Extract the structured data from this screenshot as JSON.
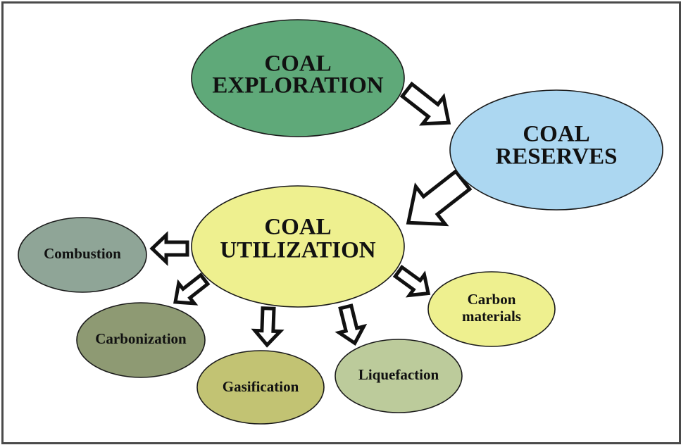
{
  "diagram": {
    "title": "Coal flow diagram",
    "nodes": {
      "exploration": {
        "lines": [
          "COAL",
          "EXPLORATION"
        ],
        "color": "#5fa979"
      },
      "reserves": {
        "lines": [
          "COAL",
          "RESERVES"
        ],
        "color": "#acd7f1"
      },
      "utilization": {
        "lines": [
          "COAL",
          "UTILIZATION"
        ],
        "color": "#eef08f"
      },
      "combustion": {
        "lines": [
          "Combustion"
        ],
        "color": "#8fa597"
      },
      "carbonization": {
        "lines": [
          "Carbonization"
        ],
        "color": "#8e9a73"
      },
      "gasification": {
        "lines": [
          "Gasification"
        ],
        "color": "#c2c373"
      },
      "liquefaction": {
        "lines": [
          "Liquefaction"
        ],
        "color": "#bccb9b"
      },
      "carbon_materials": {
        "lines": [
          "Carbon",
          "materials"
        ],
        "color": "#eef08f"
      }
    },
    "edges": [
      {
        "from": "exploration",
        "to": "reserves"
      },
      {
        "from": "reserves",
        "to": "utilization"
      },
      {
        "from": "utilization",
        "to": "combustion"
      },
      {
        "from": "utilization",
        "to": "carbonization"
      },
      {
        "from": "utilization",
        "to": "gasification"
      },
      {
        "from": "utilization",
        "to": "liquefaction"
      },
      {
        "from": "utilization",
        "to": "carbon_materials"
      }
    ]
  }
}
